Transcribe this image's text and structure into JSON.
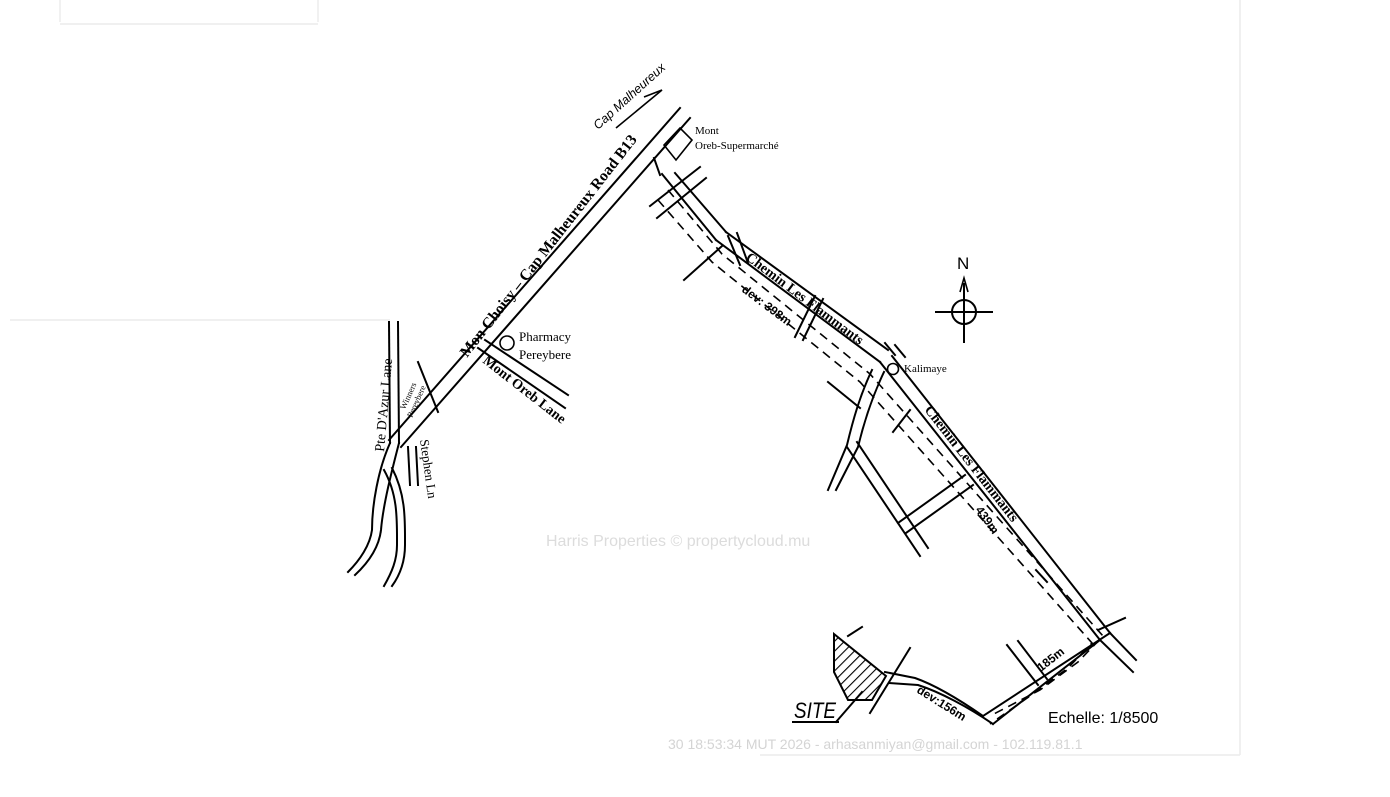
{
  "roads": {
    "main_road": "Mon Choisy – Cap Malheureux Road B13",
    "cap_malheureux": "Cap Malheureux",
    "chemin_1": "Chemin Les Flammants",
    "chemin_2": "Chemin Les Flammants",
    "mont_oreb_lane": "Mont Oreb Lane",
    "pte_dazur_lane": "Pte D'Azur Lane",
    "stephen_ln": "Stephen Ln",
    "winners_line1": "Winners",
    "winners_line2": "Pereybere"
  },
  "landmarks": {
    "supermarche_line1": "Mont",
    "supermarche_line2": "Oreb-Supermarché",
    "pharmacy_line1": "Pharmacy",
    "pharmacy_line2": "Pereybere",
    "kalimaye": "Kalimaye"
  },
  "distances": {
    "dev_398": "dev: 398m",
    "d_439": "439m",
    "d_185": "185m",
    "dev_156": "dev:156m"
  },
  "site_label": "SITE",
  "north_label": "N",
  "scale_label": "Echelle: 1/8500",
  "watermark": "Harris Properties © propertycloud.mu",
  "footer_stamp": "30 18:53:34 MUT 2026 - arhasanmiyan@gmail.com - 102.119.81.1"
}
